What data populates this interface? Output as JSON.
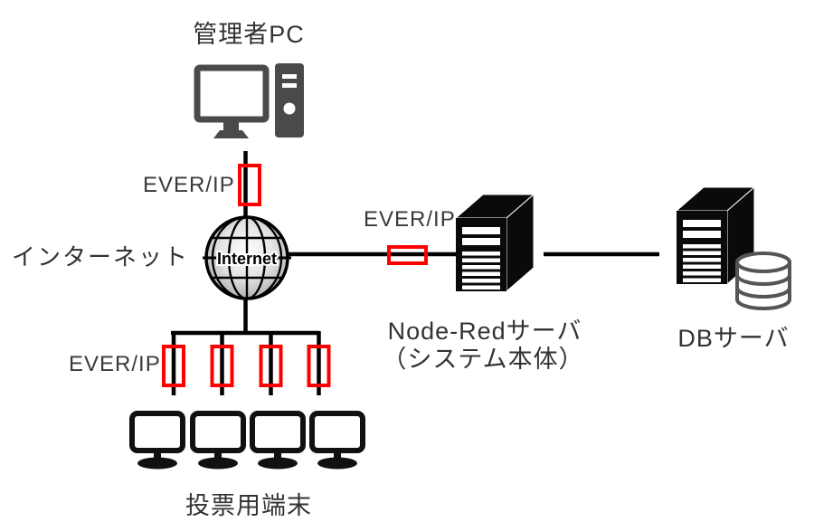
{
  "diagram": {
    "type": "network-architecture-diagram",
    "nodes": {
      "admin_pc": {
        "label": "管理者PC",
        "icon": "desktop-pc-icon"
      },
      "internet": {
        "label": "インターネット",
        "globe_text": "Internet",
        "icon": "globe-icon"
      },
      "nodered_server": {
        "label_line1": "Node-Redサーバ",
        "label_line2": "（システム本体）",
        "icon": "server-icon"
      },
      "db_server": {
        "label": "DBサーバ",
        "icon": "server-with-database-icon"
      },
      "voting_terminals": {
        "label": "投票用端末",
        "count": 4,
        "icon": "monitor-icon"
      }
    },
    "everip_label": "EVER/IP",
    "adapters": {
      "count": 6,
      "description": "red rectangle EVER/IP adapters on links"
    },
    "colors": {
      "line": "#000000",
      "adapter_red": "#ff0000",
      "pc_icon_gray": "#4a4a4a",
      "server_black": "#0a0a0a",
      "database_gray": "#555555",
      "text": "#333333"
    }
  }
}
